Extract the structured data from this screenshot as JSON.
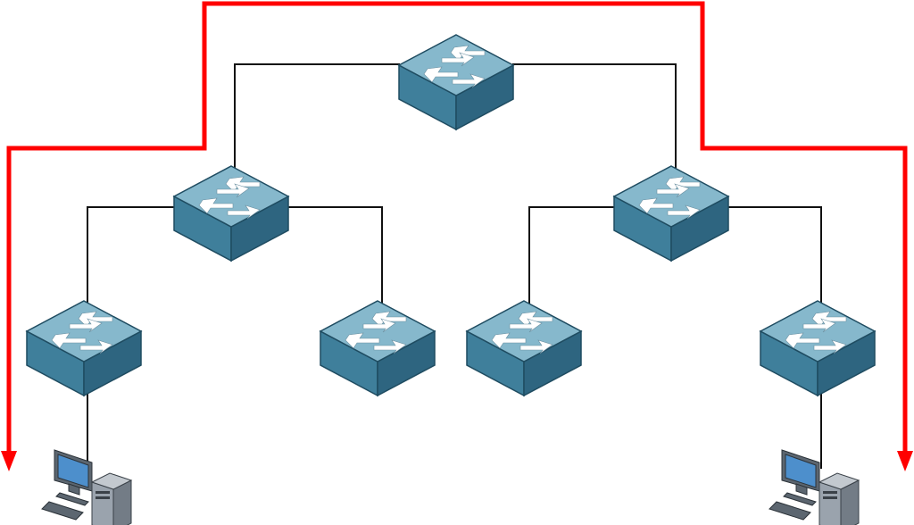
{
  "diagram": {
    "colors": {
      "background": "#ffffff",
      "link": "#111111",
      "path": "#ff0000",
      "switch_top": "#86b8cc",
      "switch_front": "#3f7f9b",
      "switch_side": "#2e6580",
      "switch_edge": "#1f4c61",
      "arrow": "#ffffff",
      "pc_body": "#9aa3ad",
      "pc_screen": "#4d8fcc"
    },
    "nodes": [
      {
        "id": "core-switch",
        "type": "switch",
        "icon": "network-switch-icon"
      },
      {
        "id": "distribution-switch-left",
        "type": "switch",
        "icon": "network-switch-icon"
      },
      {
        "id": "distribution-switch-right",
        "type": "switch",
        "icon": "network-switch-icon"
      },
      {
        "id": "access-switch-1",
        "type": "switch",
        "icon": "network-switch-icon"
      },
      {
        "id": "access-switch-2",
        "type": "switch",
        "icon": "network-switch-icon"
      },
      {
        "id": "access-switch-3",
        "type": "switch",
        "icon": "network-switch-icon"
      },
      {
        "id": "access-switch-4",
        "type": "switch",
        "icon": "network-switch-icon"
      },
      {
        "id": "computer-left",
        "type": "computer",
        "icon": "desktop-computer-icon"
      },
      {
        "id": "computer-right",
        "type": "computer",
        "icon": "desktop-computer-icon"
      }
    ],
    "links": [
      {
        "from": "core-switch",
        "to": "distribution-switch-left"
      },
      {
        "from": "core-switch",
        "to": "distribution-switch-right"
      },
      {
        "from": "distribution-switch-left",
        "to": "access-switch-1"
      },
      {
        "from": "distribution-switch-left",
        "to": "access-switch-2"
      },
      {
        "from": "distribution-switch-right",
        "to": "access-switch-3"
      },
      {
        "from": "distribution-switch-right",
        "to": "access-switch-4"
      },
      {
        "from": "access-switch-1",
        "to": "computer-left"
      },
      {
        "from": "access-switch-4",
        "to": "computer-right"
      }
    ],
    "traffic_path": {
      "from": "computer-left",
      "to": "computer-right",
      "style": "double-headed-arrow"
    }
  }
}
